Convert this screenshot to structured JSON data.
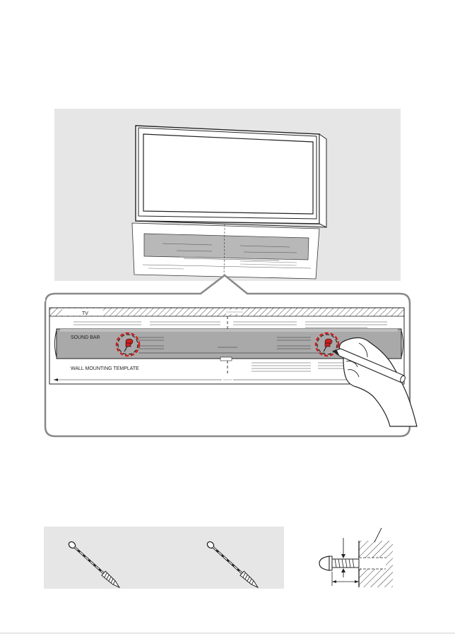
{
  "template": {
    "tv_label": "TV",
    "sound_bar_label": "SOUND BAR",
    "wall_mounting_template_label": "WALL MOUNTING TEMPLATE"
  },
  "colors": {
    "panel_bg": "#e6e6e6",
    "line": "#222222",
    "soundbar_fill": "#a9a9a9",
    "highlight_red": "#cc1f1f"
  },
  "icons": {
    "pins": "push-pin-icon",
    "pen": "pen-icon",
    "hand": "hand-icon",
    "screws": "screw-icon"
  }
}
